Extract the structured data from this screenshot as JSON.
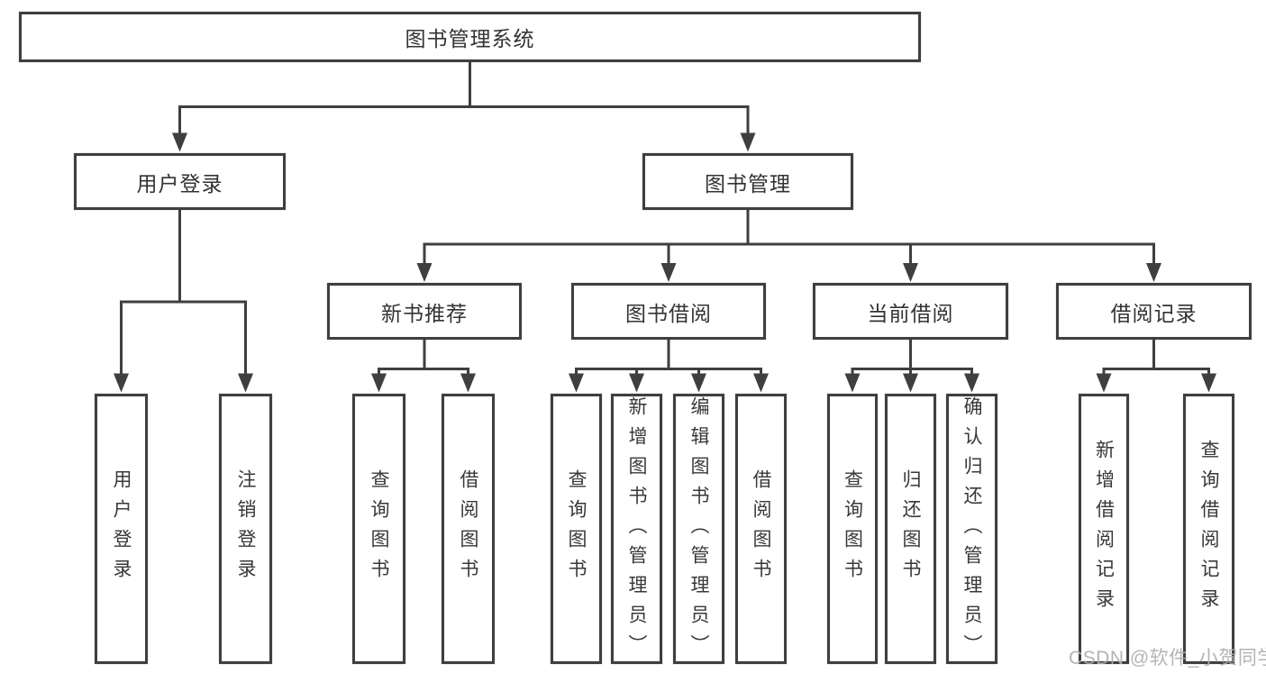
{
  "diagram": {
    "root": {
      "label": "图书管理系统"
    },
    "level2": [
      {
        "label": "用户登录"
      },
      {
        "label": "图书管理"
      }
    ],
    "level3": [
      {
        "label": "新书推荐"
      },
      {
        "label": "图书借阅"
      },
      {
        "label": "当前借阅"
      },
      {
        "label": "借阅记录"
      }
    ],
    "leaves": {
      "user_login": [
        "用户登录",
        "注销登录"
      ],
      "new_book": [
        "查询图书",
        "借阅图书"
      ],
      "book_borrow": [
        "查询图书",
        "新增图书（管理员）",
        "编辑图书（管理员）",
        "借阅图书"
      ],
      "current_borrow": [
        "查询图书",
        "归还图书",
        "确认归还（管理员）"
      ],
      "borrow_record": [
        "新增借阅记录",
        "查询借阅记录"
      ]
    }
  },
  "watermark": {
    "text": "CSDN @软件_小贺同学"
  },
  "colors": {
    "line": "#3f3f3f",
    "text": "#333333",
    "watermark": "#aeaeae",
    "background": "#ffffff"
  }
}
